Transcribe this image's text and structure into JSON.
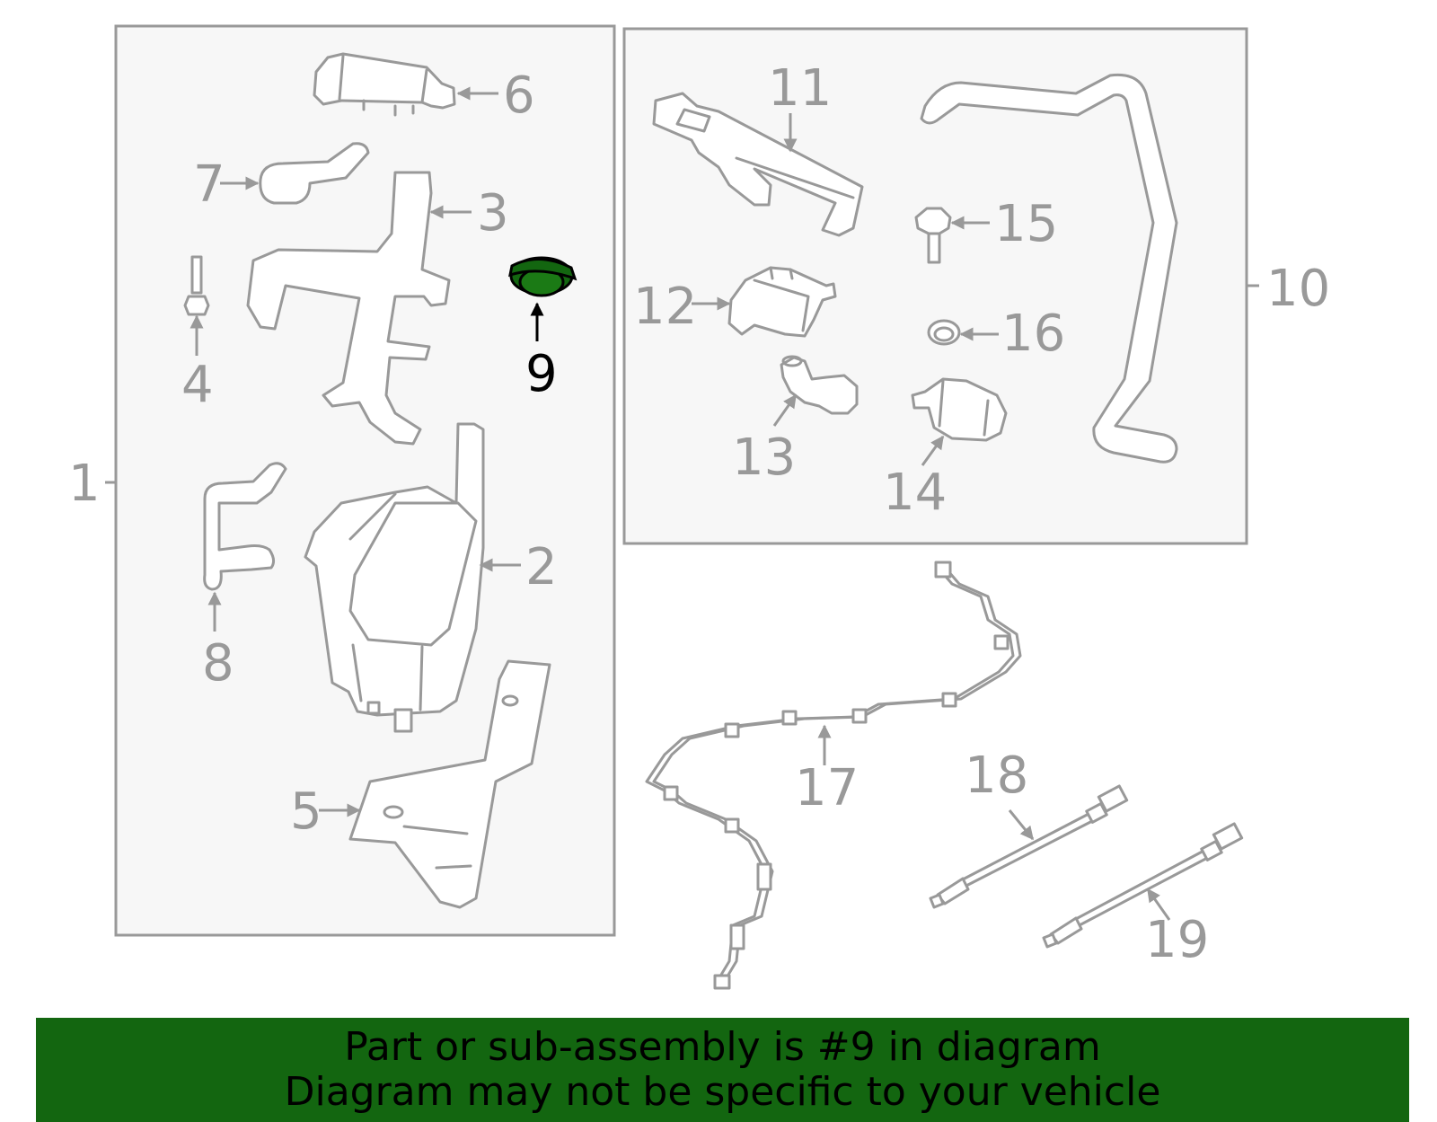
{
  "highlight_color": "#136610",
  "callouts": {
    "c1": "1",
    "c2": "2",
    "c3": "3",
    "c4": "4",
    "c5": "5",
    "c6": "6",
    "c7": "7",
    "c8": "8",
    "c9": "9",
    "c10": "10",
    "c11": "11",
    "c12": "12",
    "c13": "13",
    "c14": "14",
    "c15": "15",
    "c16": "16",
    "c17": "17",
    "c18": "18",
    "c19": "19"
  },
  "highlighted_part": "9",
  "footer": {
    "line1": "Part or sub-assembly is #9 in diagram",
    "line2": "Diagram may not be specific to your vehicle"
  }
}
